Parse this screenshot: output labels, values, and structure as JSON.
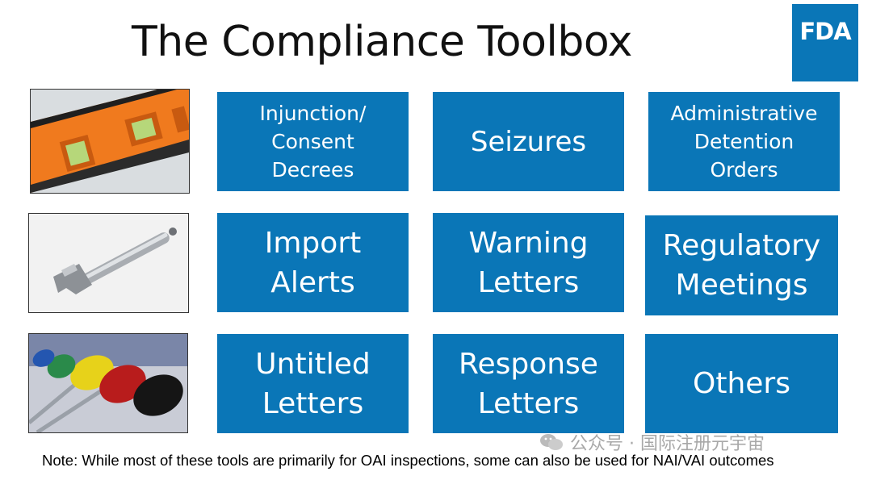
{
  "slide": {
    "title": "The Compliance Toolbox",
    "logo_text": "FDA",
    "accent_color": "#0a76b7",
    "tiles": [
      {
        "lines": [
          "Injunction/",
          "Consent",
          "Decrees"
        ]
      },
      {
        "lines": [
          "Seizures"
        ]
      },
      {
        "lines": [
          "Administrative",
          "Detention",
          "Orders"
        ]
      },
      {
        "lines": [
          "Import",
          "Alerts"
        ]
      },
      {
        "lines": [
          "Warning",
          "Letters"
        ]
      },
      {
        "lines": [
          "Regulatory",
          "Meetings"
        ]
      },
      {
        "lines": [
          "Untitled",
          "Letters"
        ]
      },
      {
        "lines": [
          "Response",
          "Letters"
        ]
      },
      {
        "lines": [
          "Others"
        ]
      }
    ],
    "images": [
      "level-tool-photo",
      "wrench-photo",
      "screwdrivers-photo"
    ],
    "note": "Note: While most of these tools are primarily for OAI inspections, some can also be used for NAI/VAI outcomes",
    "watermark": "公众号 · 国际注册元宇宙"
  }
}
